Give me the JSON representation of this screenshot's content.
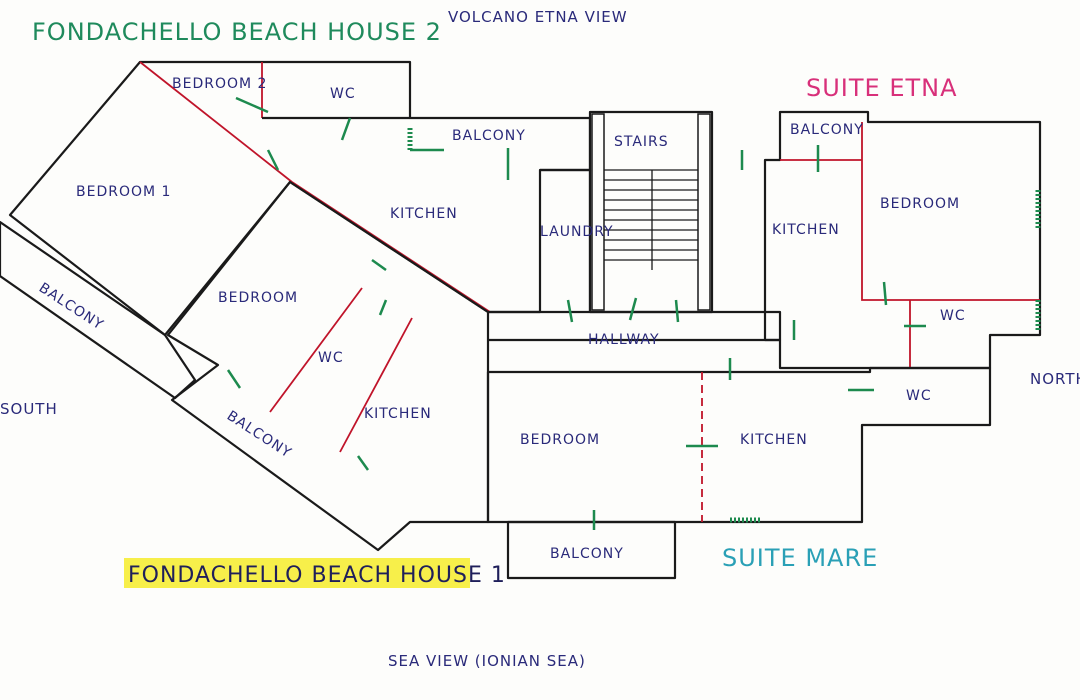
{
  "titles": {
    "house2": "FONDACHELLO BEACH HOUSE 2",
    "etna_view": "VOLCANO ETNA VIEW",
    "suite_etna": "SUITE ETNA",
    "house1": "FONDACHELLO BEACH HOUSE 1",
    "suite_mare": "SUITE MARE",
    "sea_view": "SEA VIEW (IONIAN SEA)"
  },
  "compass": {
    "south": "SOUTH",
    "north": "NORTH"
  },
  "rooms": {
    "house2_bedroom2": "BEDROOM 2",
    "house2_wc": "WC",
    "house2_bedroom1": "BEDROOM 1",
    "house2_balcony_top": "BALCONY",
    "house2_kitchen": "KITCHEN",
    "house2_balcony_left": "BALCONY",
    "stairs": "STAIRS",
    "laundry": "LAUNDRY",
    "hallway": "HALLWAY",
    "house1_bedroom": "BEDROOM",
    "house1_wc": "WC",
    "house1_kitchen": "KITCHEN",
    "house1_balcony": "BALCONY",
    "etna_balcony": "BALCONY",
    "etna_kitchen": "KITCHEN",
    "etna_bedroom": "BEDROOM",
    "etna_wc": "WC",
    "mare_wc": "WC",
    "mare_bedroom": "BEDROOM",
    "mare_kitchen": "KITCHEN",
    "mare_balcony": "BALCONY"
  },
  "colors": {
    "green_unit": "#8fca8c",
    "yellow_unit": "#f3e65a",
    "pink_unit": "#eea3bf",
    "blue_unit": "#bfe3ef",
    "highlight": "#f7ef4a"
  }
}
